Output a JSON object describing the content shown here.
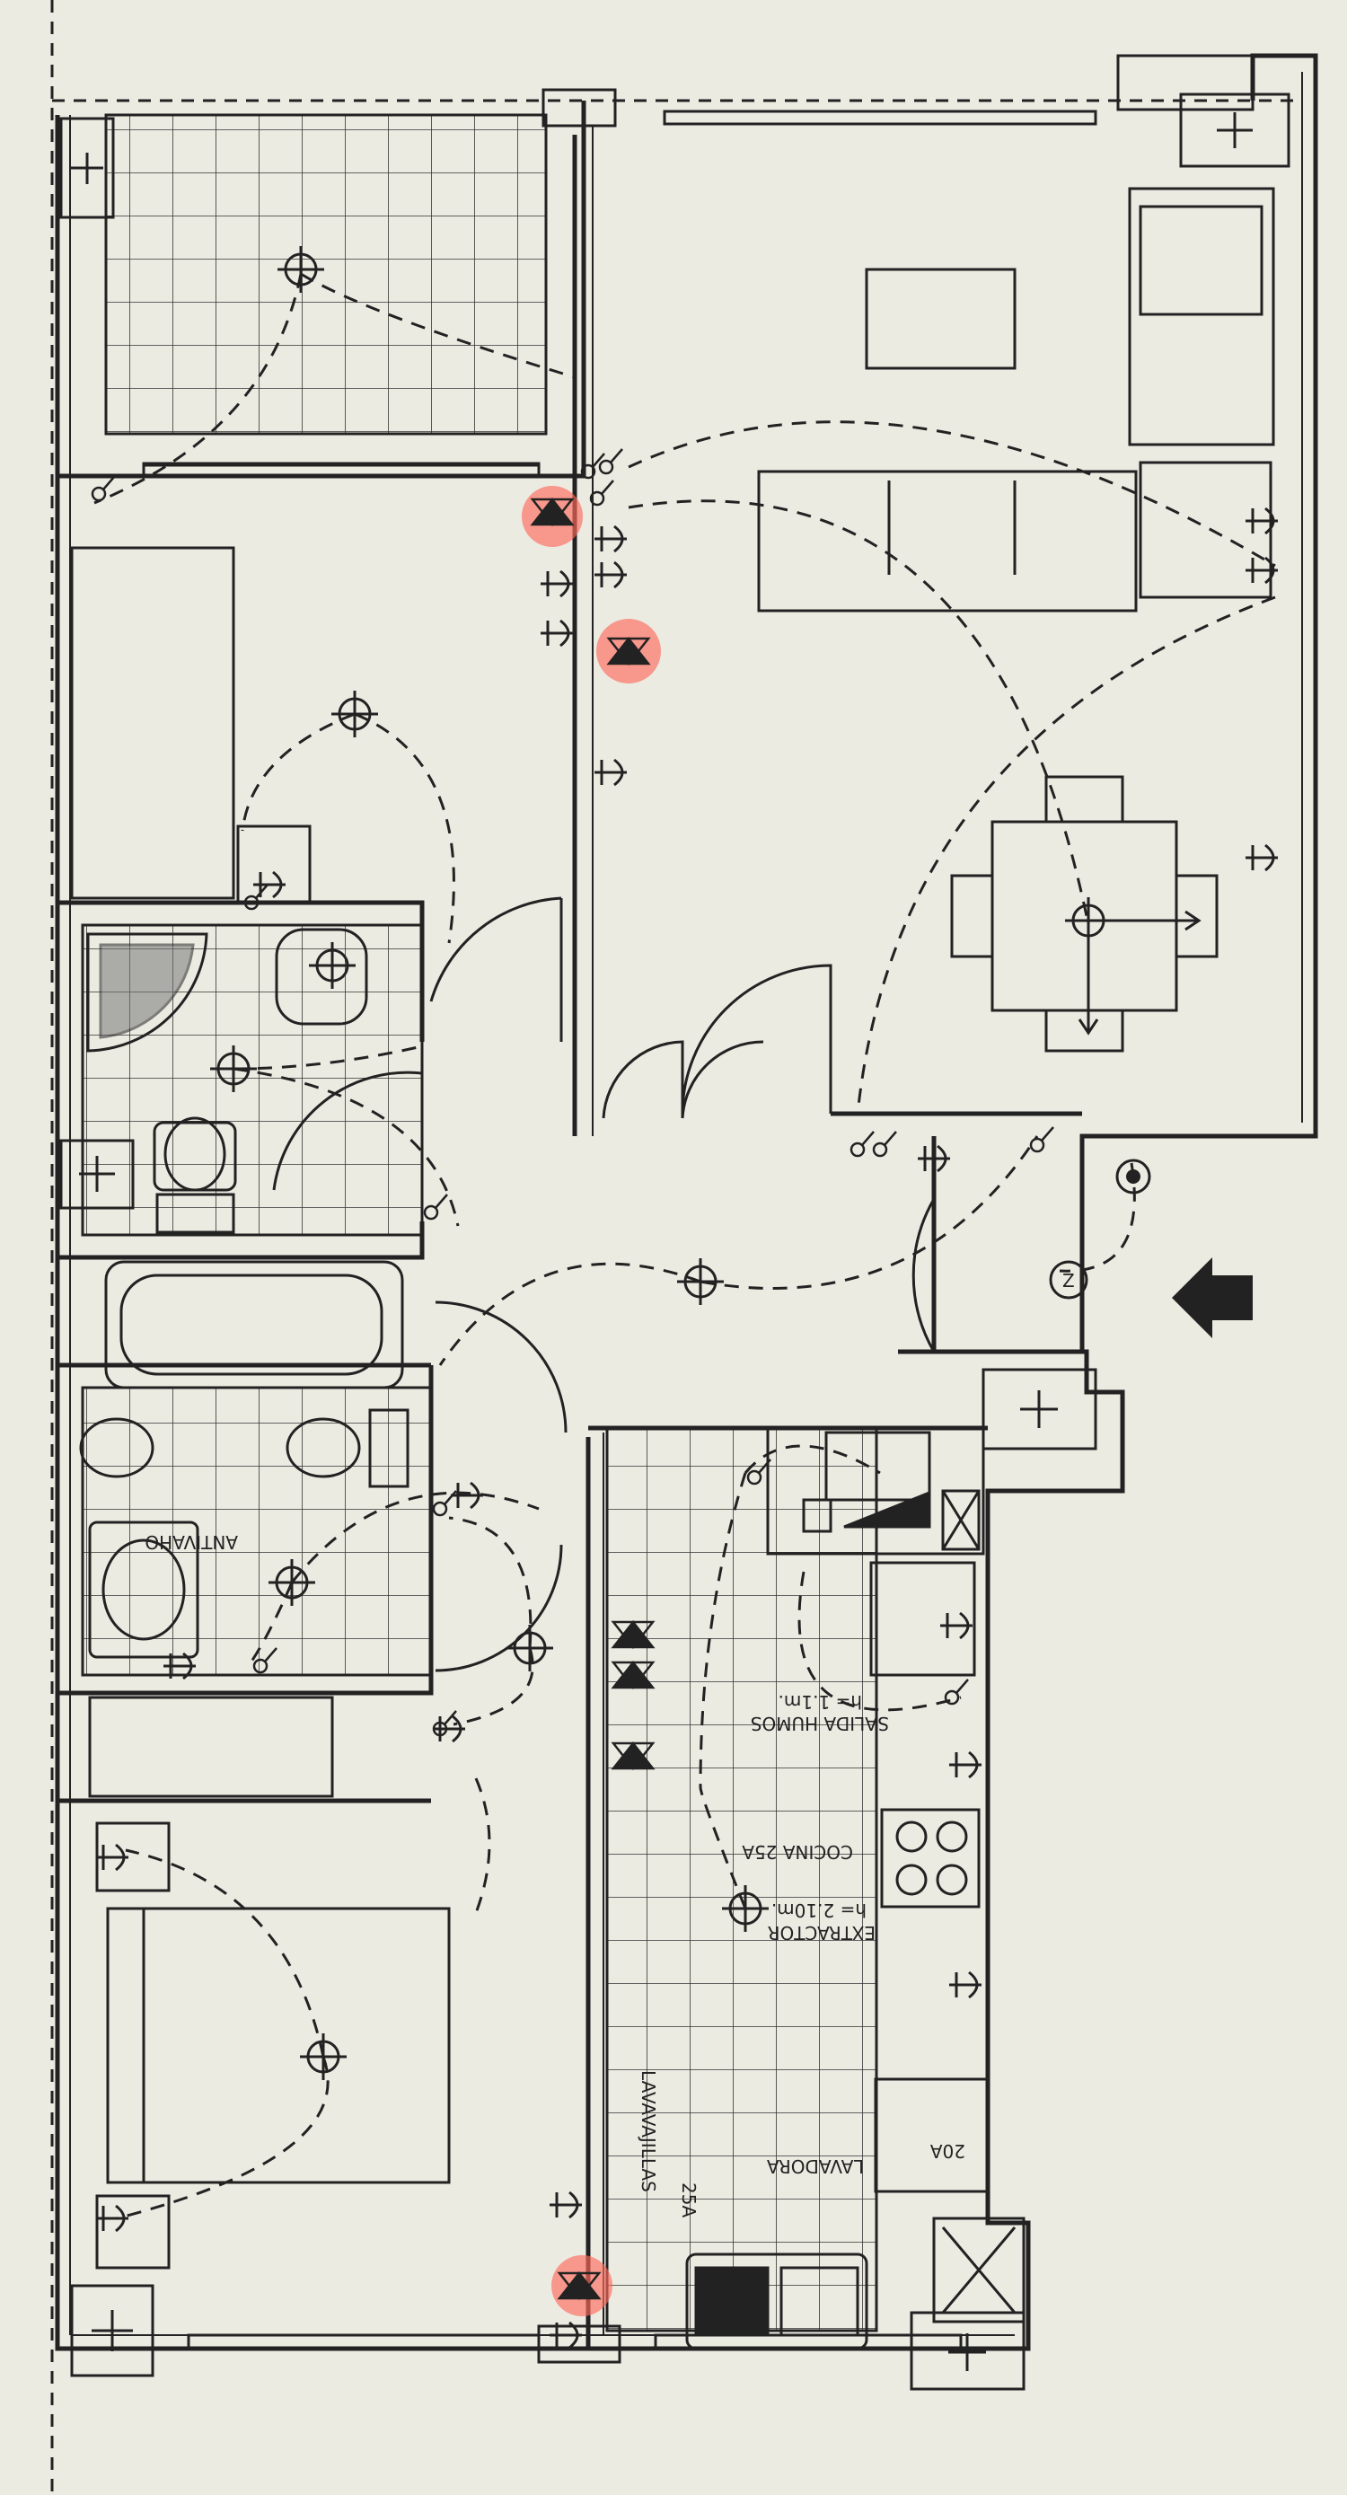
{
  "labels": {
    "antivaho": "ANTIVAHO",
    "salida_humos": "SALIDA HUMOS",
    "salida_humos_h": "h= 1.1m.",
    "cocina": "COCINA 25A",
    "extractor": "EXTRACTOR",
    "extractor_h": "h= 2.10m.",
    "lavavajillas": "LAVAVAJILLAS",
    "lavavajillas_a": "25A",
    "lavadora": "LAVADORA",
    "lavadora_a": "20A",
    "meter_z": "Z"
  },
  "colors": {
    "ink": "#222222",
    "paper": "#ecebe2",
    "highlight": "#ff6a5c"
  }
}
